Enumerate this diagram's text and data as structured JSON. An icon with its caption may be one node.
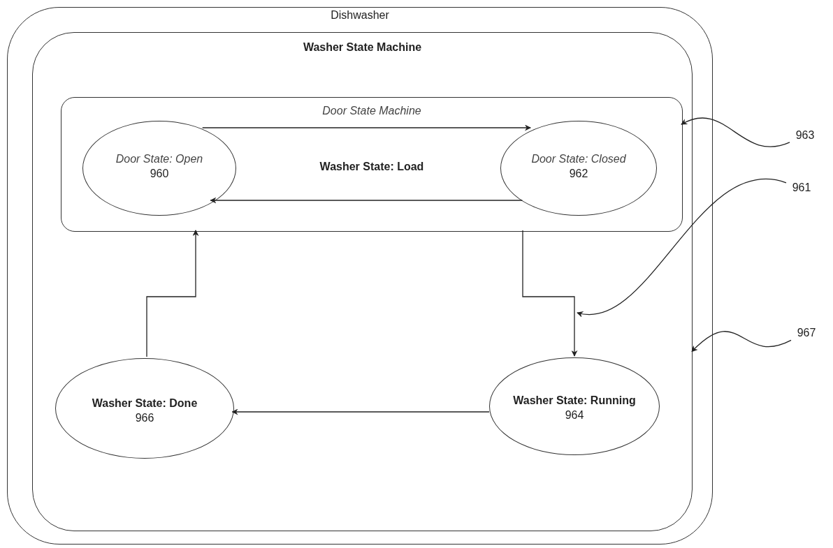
{
  "diagram": {
    "nodes": [
      {
        "text": [
          "Dishwasher"
        ]
      },
      {
        "text": [
          "Washer State Machine"
        ],
        "in": 0
      },
      {
        "text": [
          "Door State Machine",
          "Washer State: Load"
        ],
        "in": 1
      },
      {
        "text": [
          "Door State: Open",
          "960"
        ],
        "in": 2
      },
      {
        "text": [
          "Door State: Closed",
          "962"
        ],
        "in": 2
      },
      {
        "text": [
          "Washer State: Running",
          "964"
        ],
        "in": 1
      },
      {
        "text": [
          "Washer State: Done",
          "966"
        ],
        "in": 1
      },
      {
        "text": [
          "963"
        ]
      },
      {
        "text": [
          "961"
        ]
      },
      {
        "text": [
          "967"
        ]
      }
    ],
    "edges": [
      {
        "from": 3,
        "to": 4,
        "arrow": "to"
      },
      {
        "from": 4,
        "to": 3,
        "arrow": "to"
      },
      {
        "from": 2,
        "to": 5,
        "arrow": "to"
      },
      {
        "from": 5,
        "to": 6,
        "arrow": "to"
      },
      {
        "from": 6,
        "to": 2,
        "arrow": "to"
      },
      {
        "from": 7,
        "to": 2,
        "arrow": "to"
      },
      {
        "from": 8,
        "to": null,
        "arrow": "to"
      },
      {
        "from": 9,
        "to": 1,
        "arrow": "to"
      }
    ]
  }
}
